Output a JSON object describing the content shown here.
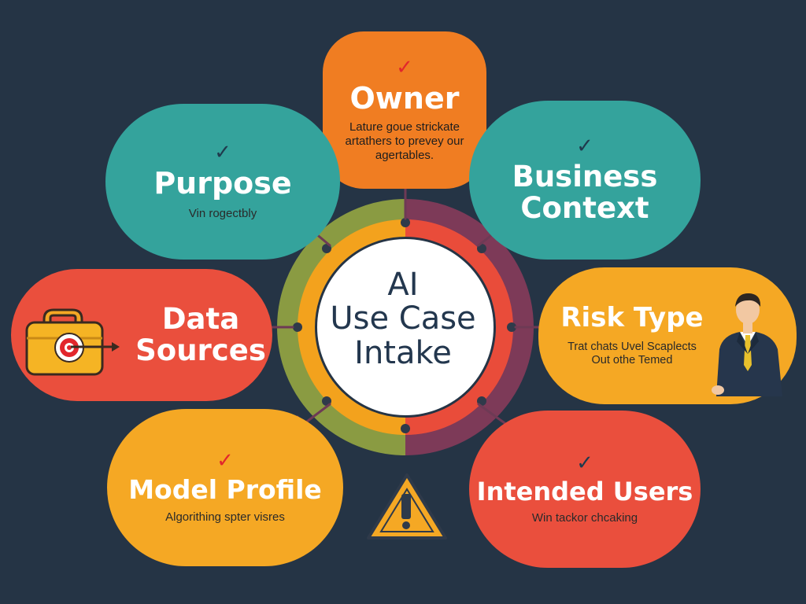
{
  "center": {
    "line1": "AI",
    "line2": "Use Case",
    "line3": "Intake"
  },
  "nodes": {
    "owner": {
      "title": "Owner",
      "desc1": "Lature goue strickate",
      "desc2": "artathers to prevey our",
      "desc3": "agertables.",
      "color": "#f07d22"
    },
    "purpose": {
      "title": "Purpose",
      "desc": "Vin rogectbly",
      "color": "#34a39c"
    },
    "business": {
      "title1": "Business",
      "title2": "Context",
      "color": "#34a39c"
    },
    "data": {
      "title1": "Data",
      "title2": "Sources",
      "color": "#ea4f3d"
    },
    "risk": {
      "title": "Risk Type",
      "desc1": "Trat chats Uvel Scaplects",
      "desc2": "Out othe Temed",
      "color": "#f5a824"
    },
    "model": {
      "title": "Model Profile",
      "desc": "Algorithing spter visres",
      "color": "#f5a824"
    },
    "users": {
      "title": "Intended Users",
      "desc": "Win tackor chcaking",
      "color": "#ea4f3d"
    }
  },
  "icons": {
    "check": "✓",
    "warning": "!"
  }
}
